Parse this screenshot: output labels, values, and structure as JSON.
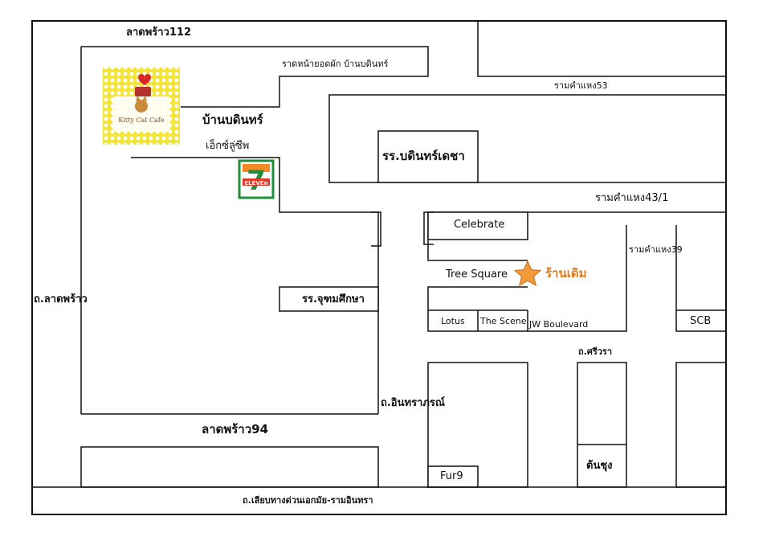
{
  "labels": {
    "soi_112": "ลาดพร้าว112",
    "road_ban_bodin": "ราดหน้ายอดผัก บ้านบดินทร์",
    "ban_bodin": "บ้านบดินทร์",
    "express": "เอ็กซ์ลู่ซีพ",
    "ramkhamhaeng_53": "รามคำแหง53",
    "school_bodin": "รร.บดินทร์เดชา",
    "ramkhamhaeng_43_1": "รามคำแหง43/1",
    "celebrate": "Celebrate",
    "tree_square": "Tree Square",
    "old_shop": "ร้านเดิม",
    "ramkhamhaeng_39": "รามคำแหง39",
    "lat_phrao_road": "ถ.ลาดพร้าว",
    "school_jutha": "รร.จุฑมศึกษา",
    "lotus": "Lotus",
    "the_scene": "The Scene",
    "jw_boulevard": "JW Boulevard",
    "scb": "SCB",
    "srivara_road": "ถ.ศรีวรา",
    "intraporn_road": "ถ.อินทราภรณ์",
    "soi_94": "ลาดพร้าว94",
    "tonchung": "ต้นชุง",
    "fur9": "Fur9",
    "expressway": "ถ.เลียบทางด่วนเอกมัย-รามอินทรา"
  },
  "logos": {
    "kitty_cat_cafe": "Kitty Cat Cafe",
    "seven_eleven": "ELEVEn"
  },
  "colors": {
    "line": "#111111",
    "star": "#e8862a",
    "old_shop_text": "#e07a1a",
    "cafe_bg": "#f2e43a",
    "seven_green": "#1f8f3a",
    "seven_red": "#e03a2a",
    "seven_orange": "#f18a22"
  }
}
